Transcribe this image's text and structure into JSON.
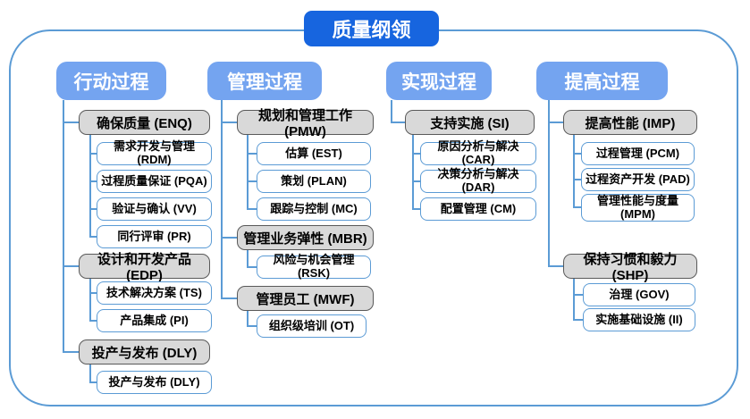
{
  "title": "质量纲领",
  "colors": {
    "title_bg": "#1765df",
    "header_bg": "#74a4f0",
    "group_fill": "#d9d9d9",
    "group_border": "#595959",
    "leaf_border": "#5b9bd5",
    "connector": "#5b9bd5",
    "frame_border": "#5b9bd5"
  },
  "tree": {
    "columns": [
      {
        "header": "行动过程",
        "groups": [
          {
            "label": "确保质量 (ENQ)",
            "children": [
              "需求开发与管理 (RDM)",
              "过程质量保证 (PQA)",
              "验证与确认 (VV)",
              "同行评审 (PR)"
            ]
          },
          {
            "label": "设计和开发产品 (EDP)",
            "children": [
              "技术解决方案 (TS)",
              "产品集成 (PI)"
            ]
          },
          {
            "label": "投产与发布 (DLY)",
            "children": [
              "投产与发布 (DLY)"
            ]
          }
        ]
      },
      {
        "header": "管理过程",
        "groups": [
          {
            "label": "规划和管理工作 (PMW)",
            "children": [
              "估算 (EST)",
              "策划 (PLAN)",
              "跟踪与控制 (MC)"
            ]
          },
          {
            "label": "管理业务弹性 (MBR)",
            "children": [
              "风险与机会管理 (RSK)"
            ]
          },
          {
            "label": "管理员工 (MWF)",
            "children": [
              "组织级培训 (OT)"
            ]
          }
        ]
      },
      {
        "header": "实现过程",
        "groups": [
          {
            "label": "支持实施 (SI)",
            "children": [
              "原因分析与解决 (CAR)",
              "决策分析与解决 (DAR)",
              "配置管理 (CM)"
            ]
          }
        ]
      },
      {
        "header": "提高过程",
        "groups": [
          {
            "label": "提高性能 (IMP)",
            "children": [
              "过程管理 (PCM)",
              "过程资产开发 (PAD)",
              "管理性能与度量 (MPM)"
            ]
          },
          {
            "label": "保持习惯和毅力 (SHP)",
            "children": [
              "治理 (GOV)",
              "实施基础设施 (II)"
            ]
          }
        ]
      }
    ]
  }
}
